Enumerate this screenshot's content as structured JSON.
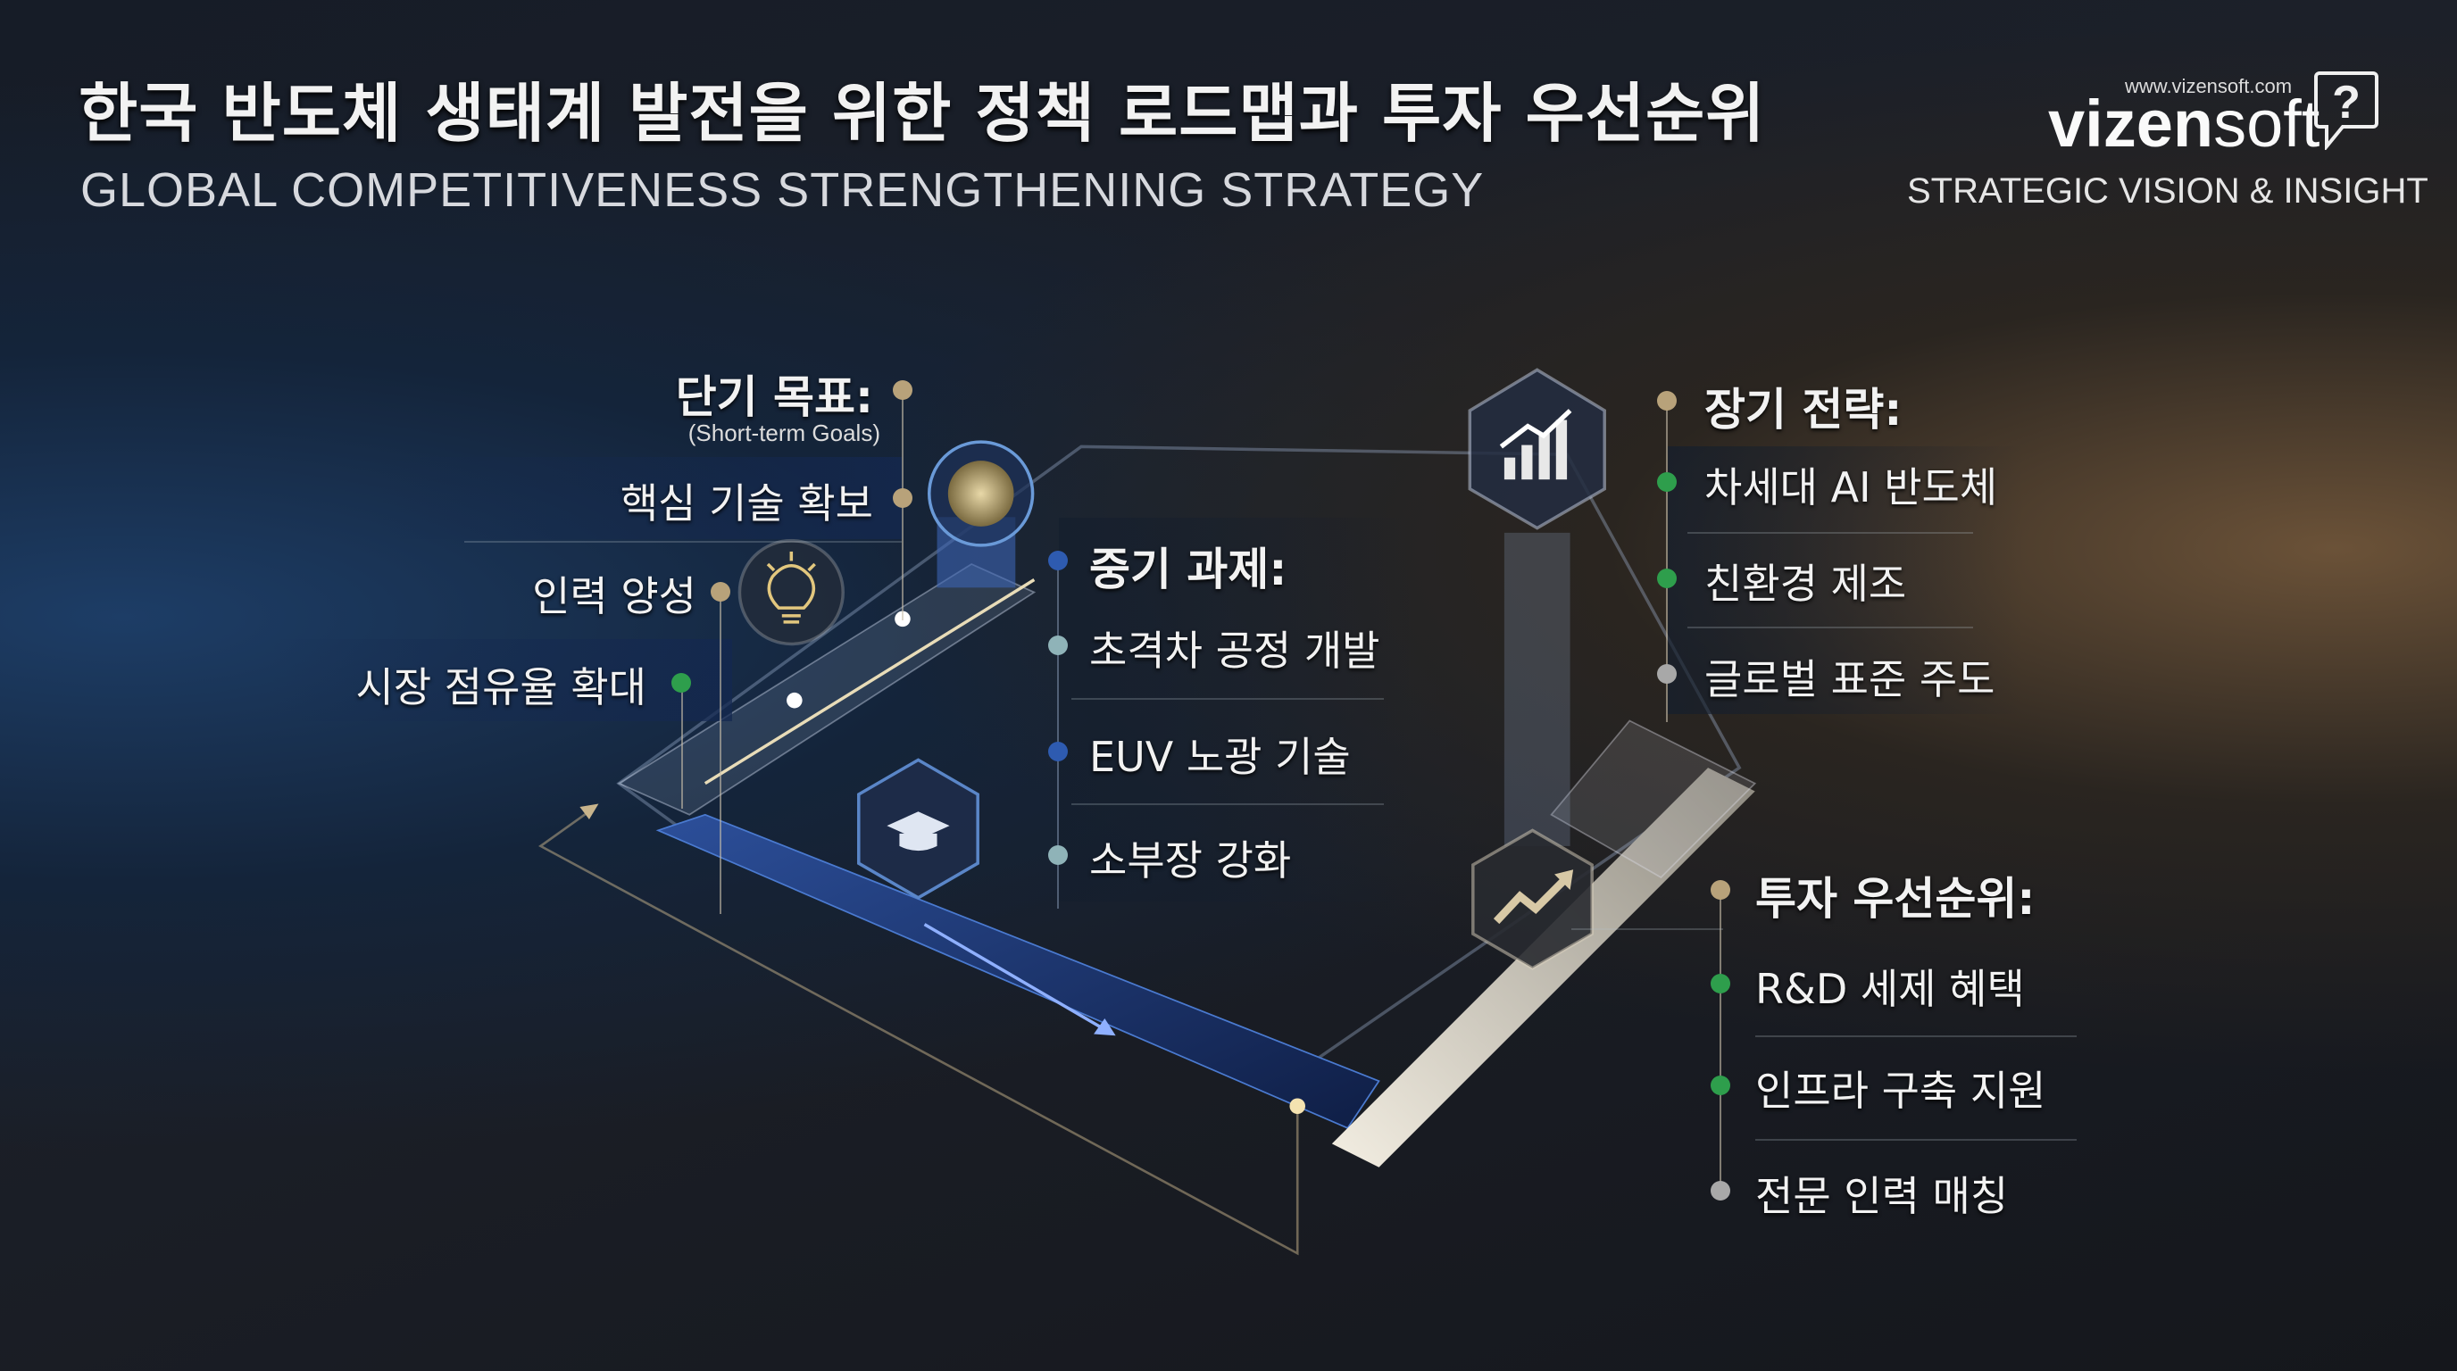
{
  "header": {
    "title": "한국 반도체 생태계 발전을 위한 정책 로드맵과 투자 우선순위",
    "subtitle": "GLOBAL COMPETITIVENESS STRENGTHENING STRATEGY"
  },
  "brand": {
    "url": "www.vizensoft.com",
    "name_bold": "vizen",
    "name_light": "soft",
    "tagline": "STRATEGIC VISION & INSIGHT",
    "bubble_glyph": "?"
  },
  "short_term": {
    "heading": "단기 목표:",
    "subheading": "(Short-term Goals)",
    "items": [
      "핵심 기술 확보",
      "인력 양성",
      "시장 점유율 확대"
    ]
  },
  "mid_term": {
    "heading": "중기 과제:",
    "items": [
      "초격차 공정 개발",
      "EUV 노광 기술",
      "소부장 강화"
    ]
  },
  "long_term": {
    "heading": "장기 전략:",
    "items": [
      "차세대 AI 반도체",
      "친환경 제조",
      "글로벌 표준 주도"
    ]
  },
  "investment": {
    "heading": "투자 우선순위:",
    "items": [
      "R&D 세제 혜택",
      "인프라 구축 지원",
      "전문 인력 매칭"
    ]
  },
  "colors": {
    "gold": "#b8a27a",
    "green": "#2e9e4c",
    "blue": "#2e5bb0",
    "accent_blue": "#3f7be0"
  }
}
